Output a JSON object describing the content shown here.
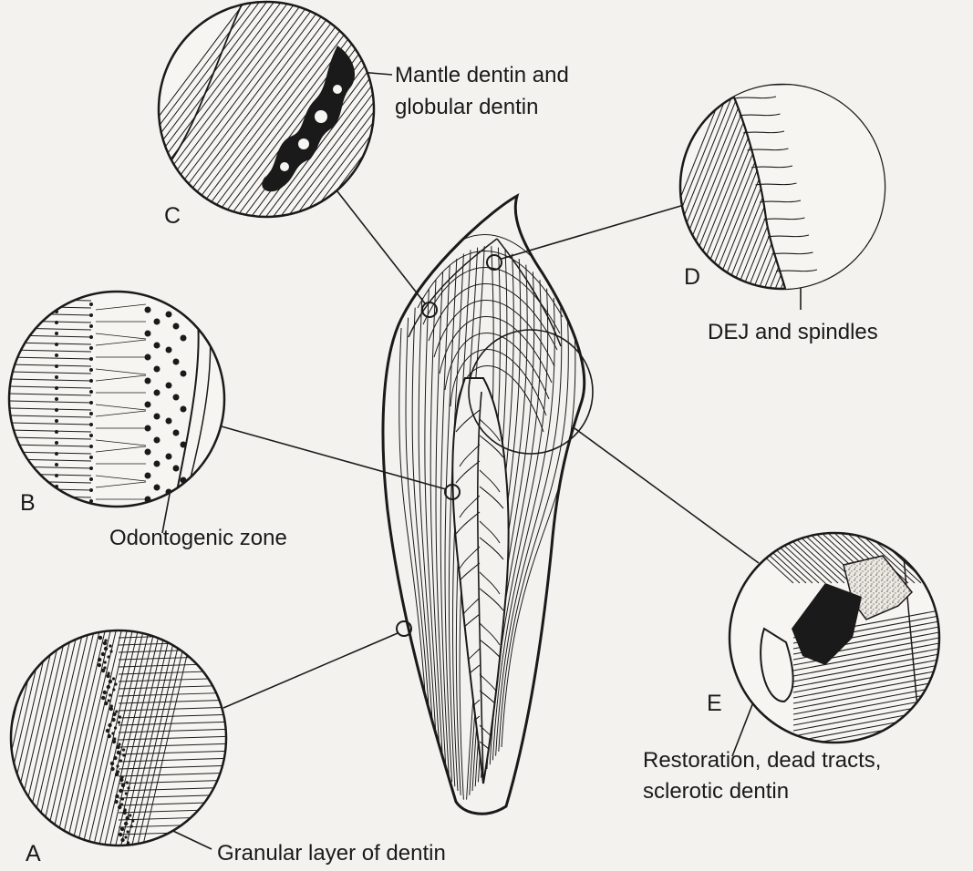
{
  "labels": {
    "A": {
      "letter": "A",
      "caption": [
        "Granular layer of dentin"
      ]
    },
    "B": {
      "letter": "B",
      "caption": [
        "Odontogenic zone"
      ]
    },
    "C": {
      "letter": "C",
      "caption": [
        "Mantle dentin and",
        "globular dentin"
      ]
    },
    "D": {
      "letter": "D",
      "caption": [
        "DEJ and spindles"
      ]
    },
    "E": {
      "letter": "E",
      "caption": [
        "Restoration, dead tracts,",
        "sclerotic dentin"
      ]
    }
  },
  "colors": {
    "ink": "#1a1a1a",
    "paper": "#f4f2ee"
  }
}
